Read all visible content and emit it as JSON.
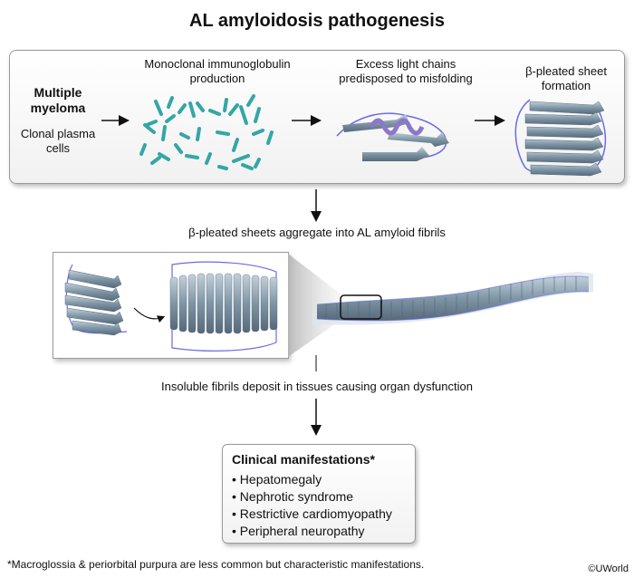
{
  "title": "AL amyloidosis pathogenesis",
  "top_panel": {
    "multiple_myeloma": [
      "Multiple",
      "myeloma"
    ],
    "clonal_plasma_cells": [
      "Clonal plasma",
      "cells"
    ],
    "monoclonal_production": [
      "Monoclonal immunoglobulin",
      "production"
    ],
    "excess_light_chains": [
      "Excess light chains",
      "predisposed to misfolding"
    ],
    "beta_sheet_formation": [
      "β-pleated sheet",
      "formation"
    ]
  },
  "aggregate_text": "β-pleated sheets aggregate into AL amyloid fibrils",
  "deposit_text": "Insoluble fibrils deposit in tissues causing organ dysfunction",
  "clinical": {
    "title": "Clinical manifestations*",
    "items": [
      "• Hepatomegaly",
      "• Nephrotic syndrome",
      "• Restrictive cardiomyopathy",
      "• Peripheral neuropathy"
    ]
  },
  "footnote": "*Macroglossia & periorbital purpura are less common but characteristic manifestations.",
  "copyright": "©UWorld",
  "colors": {
    "antibody": "#35a6a6",
    "fibril": "#7f96a6",
    "loop": "#6a6ae6",
    "helix": "#8b78c8"
  }
}
